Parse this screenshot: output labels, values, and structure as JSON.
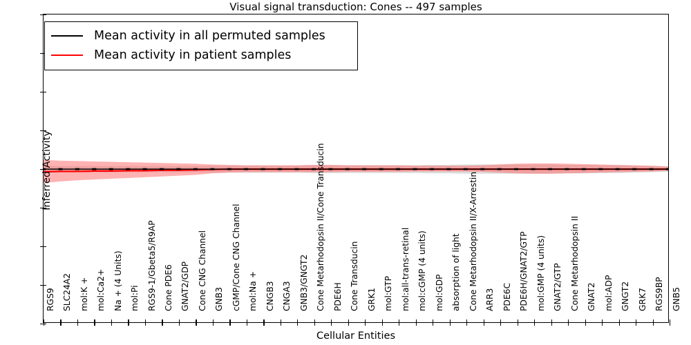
{
  "chart_data": {
    "type": "line",
    "title": "Visual signal transduction: Cones -- 497 samples",
    "xlabel": "Cellular Entities",
    "ylabel": "Inferred Activity",
    "ylim": [
      -4,
      4
    ],
    "yticks": [
      -4,
      -3,
      -2,
      -1,
      0,
      1,
      2,
      3,
      4
    ],
    "grid": false,
    "legend_position": "upper left",
    "sample_count": 497,
    "categories": [
      "RGS9",
      "SLC24A2",
      "mol:K +",
      "mol:Ca2+",
      "Na + (4 Units)",
      "mol:Pi",
      "RGS9-1/Gbeta5/R9AP",
      "Cone PDE6",
      "GNAT2/GDP",
      "Cone CNG Channel",
      "GNB3",
      "cGMP/Cone CNG Channel",
      "mol:Na +",
      "CNGB3",
      "CNGA3",
      "GNB3/GNGT2",
      "Cone Metarhodopsin II/Cone Transducin",
      "PDE6H",
      "Cone Transducin",
      "GRK1",
      "mol:GTP",
      "mol:all-trans-retinal",
      "mol:cGMP (4 units)",
      "mol:GDP",
      "absorption of light",
      "Cone Metarhodopsin II/X-Arrestin",
      "ARR3",
      "PDE6C",
      "PDE6H/GNAT2/GTP",
      "mol:GMP (4 units)",
      "GNAT2/GTP",
      "Cone Metarhodopsin II",
      "GNAT2",
      "mol:ADP",
      "GNGT2",
      "GRK7",
      "RGS9BP",
      "GNB5"
    ],
    "series": [
      {
        "name": "Mean activity in all permuted samples",
        "color": "#000000",
        "values": [
          -0.02,
          -0.02,
          -0.02,
          -0.02,
          -0.02,
          -0.02,
          -0.02,
          -0.02,
          -0.02,
          -0.02,
          -0.02,
          -0.02,
          -0.02,
          -0.02,
          -0.02,
          -0.02,
          -0.02,
          -0.02,
          -0.02,
          -0.02,
          -0.02,
          -0.02,
          -0.02,
          -0.02,
          -0.02,
          -0.02,
          -0.02,
          -0.02,
          -0.02,
          -0.02,
          -0.02,
          -0.02,
          -0.02,
          -0.02,
          -0.02,
          -0.02,
          -0.02,
          -0.02
        ],
        "band_lower": [
          -0.1,
          -0.1,
          -0.1,
          -0.1,
          -0.1,
          -0.1,
          -0.1,
          -0.1,
          -0.1,
          -0.1,
          -0.11,
          -0.11,
          -0.11,
          -0.11,
          -0.11,
          -0.11,
          -0.12,
          -0.12,
          -0.12,
          -0.12,
          -0.12,
          -0.12,
          -0.12,
          -0.13,
          -0.13,
          -0.14,
          -0.14,
          -0.14,
          -0.14,
          -0.14,
          -0.14,
          -0.13,
          -0.13,
          -0.12,
          -0.12,
          -0.11,
          -0.1,
          -0.09
        ],
        "band_upper": [
          0.06,
          0.06,
          0.06,
          0.06,
          0.06,
          0.06,
          0.06,
          0.06,
          0.06,
          0.06,
          0.07,
          0.07,
          0.07,
          0.07,
          0.07,
          0.07,
          0.08,
          0.08,
          0.08,
          0.08,
          0.08,
          0.08,
          0.08,
          0.09,
          0.09,
          0.1,
          0.1,
          0.1,
          0.1,
          0.1,
          0.1,
          0.09,
          0.09,
          0.08,
          0.08,
          0.07,
          0.06,
          0.05
        ],
        "band_color": "#bfbfbf"
      },
      {
        "name": "Mean activity in patient samples",
        "color": "#ff0000",
        "values": [
          -0.09,
          -0.08,
          -0.08,
          -0.07,
          -0.07,
          -0.06,
          -0.06,
          -0.05,
          -0.05,
          -0.04,
          -0.03,
          -0.02,
          -0.02,
          -0.02,
          -0.02,
          -0.02,
          -0.02,
          -0.02,
          -0.02,
          -0.02,
          -0.02,
          -0.02,
          -0.02,
          -0.02,
          -0.02,
          -0.02,
          -0.02,
          -0.02,
          -0.02,
          -0.02,
          -0.02,
          -0.02,
          -0.02,
          -0.02,
          -0.02,
          -0.02,
          -0.02,
          -0.02
        ],
        "band_lower": [
          -0.38,
          -0.34,
          -0.31,
          -0.29,
          -0.27,
          -0.25,
          -0.23,
          -0.21,
          -0.19,
          -0.17,
          -0.13,
          -0.11,
          -0.1,
          -0.1,
          -0.1,
          -0.1,
          -0.1,
          -0.1,
          -0.09,
          -0.09,
          -0.09,
          -0.09,
          -0.08,
          -0.08,
          -0.08,
          -0.08,
          -0.09,
          -0.11,
          -0.13,
          -0.14,
          -0.14,
          -0.13,
          -0.12,
          -0.11,
          -0.1,
          -0.09,
          -0.08,
          -0.06
        ],
        "band_upper": [
          0.22,
          0.2,
          0.19,
          0.18,
          0.17,
          0.16,
          0.15,
          0.14,
          0.13,
          0.12,
          0.1,
          0.09,
          0.08,
          0.08,
          0.08,
          0.08,
          0.09,
          0.09,
          0.08,
          0.08,
          0.08,
          0.08,
          0.07,
          0.07,
          0.07,
          0.07,
          0.08,
          0.1,
          0.12,
          0.13,
          0.13,
          0.12,
          0.11,
          0.1,
          0.09,
          0.08,
          0.07,
          0.05
        ],
        "band_color": "#ff6666"
      }
    ]
  },
  "legend": {
    "items": [
      {
        "label": "Mean activity in all permuted samples",
        "color": "#000000"
      },
      {
        "label": "Mean activity in patient samples",
        "color": "#ff0000"
      }
    ]
  }
}
